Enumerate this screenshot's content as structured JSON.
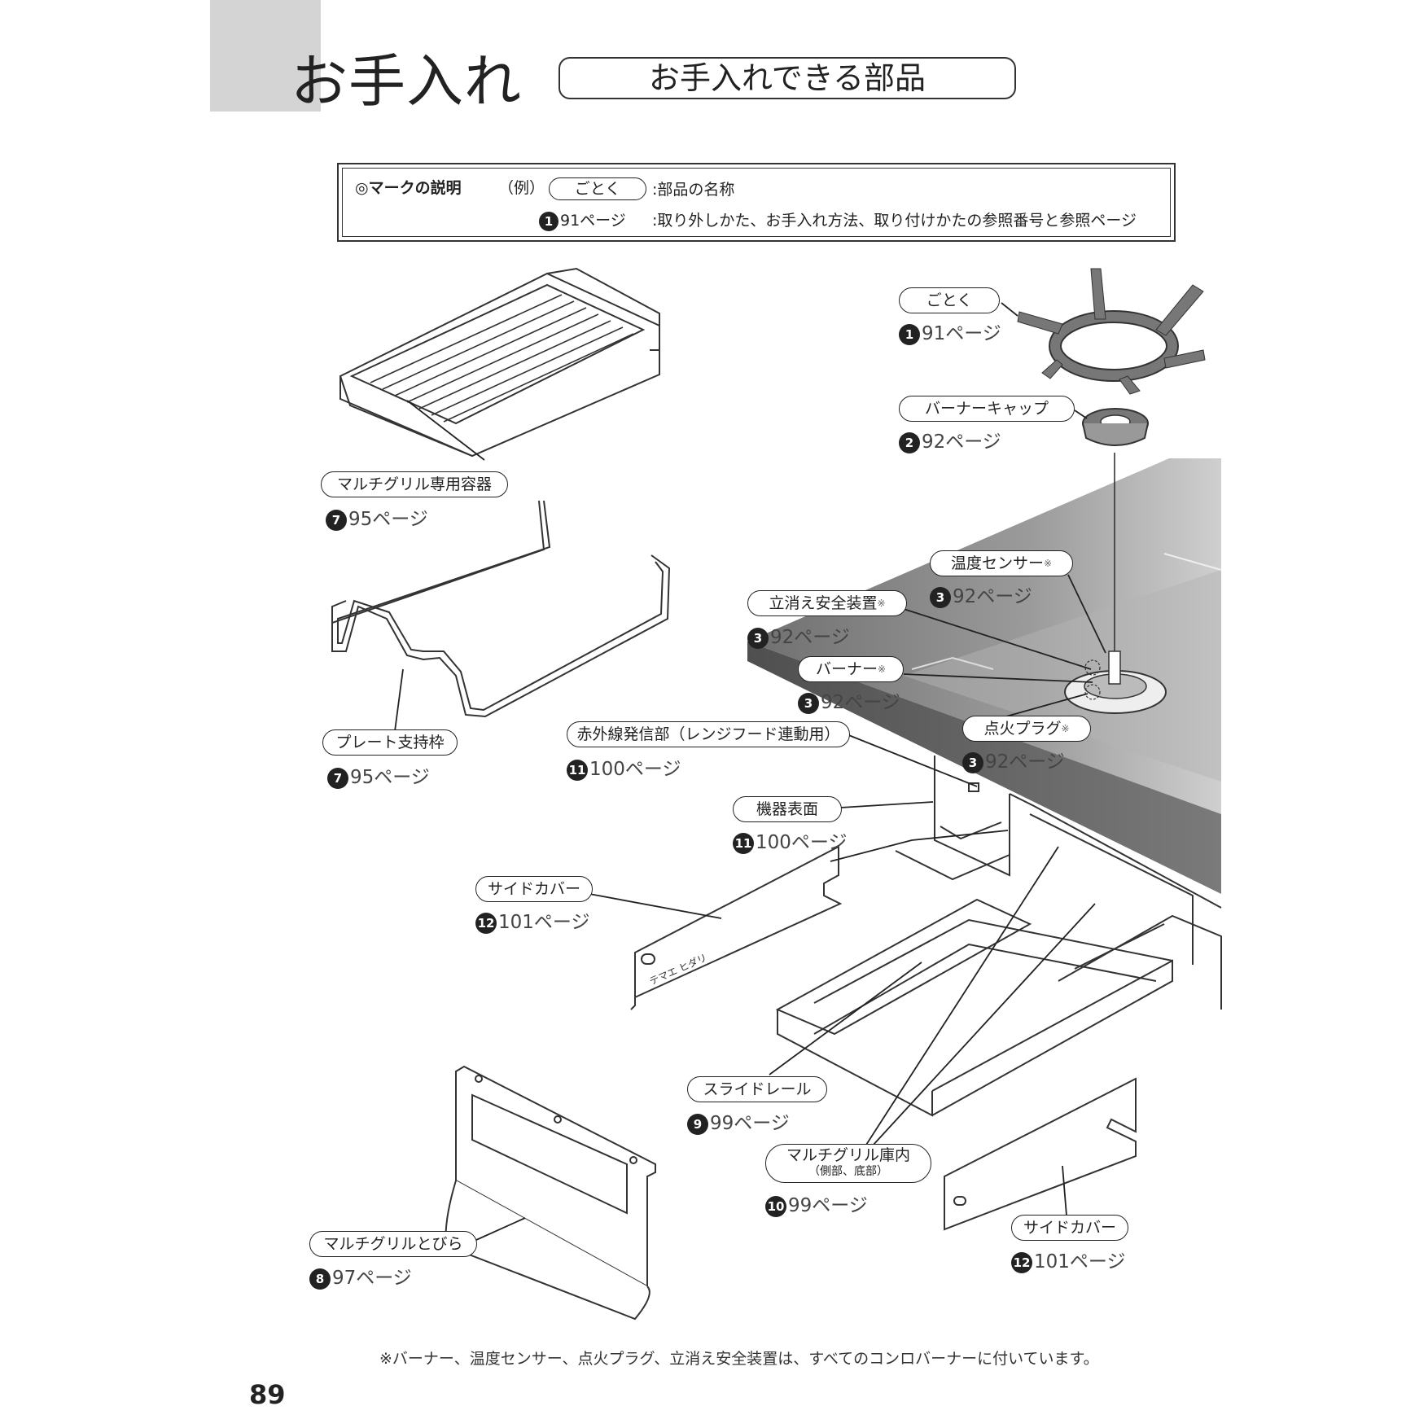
{
  "header": {
    "section_title": "お手入れ",
    "subtitle": "お手入れできる部品"
  },
  "legend": {
    "title": "◎マークの説明",
    "example_label": "（例）",
    "example_part": "ごとく",
    "part_desc": ":部品の名称",
    "example_num": "1",
    "example_page": "91ページ",
    "ref_desc": ":取り外しかた、お手入れ方法、取り付けかたの参照番号と参照ページ"
  },
  "parts": [
    {
      "id": "gotoku",
      "name": "ごとく",
      "num": "1",
      "page": "91ページ",
      "mark": ""
    },
    {
      "id": "burner-cap",
      "name": "バーナーキャップ",
      "num": "2",
      "page": "92ページ",
      "mark": ""
    },
    {
      "id": "temp-sensor",
      "name": "温度センサー",
      "num": "3",
      "page": "92ページ",
      "mark": "※"
    },
    {
      "id": "safety-device",
      "name": "立消え安全装置",
      "num": "3",
      "page": "92ページ",
      "mark": "※"
    },
    {
      "id": "burner",
      "name": "バーナー",
      "num": "3",
      "page": "92ページ",
      "mark": "※"
    },
    {
      "id": "ignition-plug",
      "name": "点火プラグ",
      "num": "3",
      "page": "92ページ",
      "mark": "※"
    },
    {
      "id": "grill-container",
      "name": "マルチグリル専用容器",
      "num": "7",
      "page": "95ページ",
      "mark": ""
    },
    {
      "id": "plate-frame",
      "name": "プレート支持枠",
      "num": "7",
      "page": "95ページ",
      "mark": ""
    },
    {
      "id": "infrared",
      "name": "赤外線発信部（レンジフード連動用）",
      "num": "11",
      "page": "100ページ",
      "mark": ""
    },
    {
      "id": "device-surface",
      "name": "機器表面",
      "num": "11",
      "page": "100ページ",
      "mark": ""
    },
    {
      "id": "side-cover-left",
      "name": "サイドカバー",
      "num": "12",
      "page": "101ページ",
      "mark": ""
    },
    {
      "id": "slide-rail",
      "name": "スライドレール",
      "num": "9",
      "page": "99ページ",
      "mark": ""
    },
    {
      "id": "grill-interior",
      "name": "マルチグリル庫内",
      "sub": "（側部、底部）",
      "num": "10",
      "page": "99ページ",
      "mark": ""
    },
    {
      "id": "grill-door",
      "name": "マルチグリルとびら",
      "num": "8",
      "page": "97ページ",
      "mark": ""
    },
    {
      "id": "side-cover-right",
      "name": "サイドカバー",
      "num": "12",
      "page": "101ページ",
      "mark": ""
    }
  ],
  "side_cover_print": "テマエ ヒダリ",
  "footnote": "※バーナー、温度センサー、点火プラグ、立消え安全装置は、すべてのコンロバーナーに付いています。",
  "page_number": "89"
}
